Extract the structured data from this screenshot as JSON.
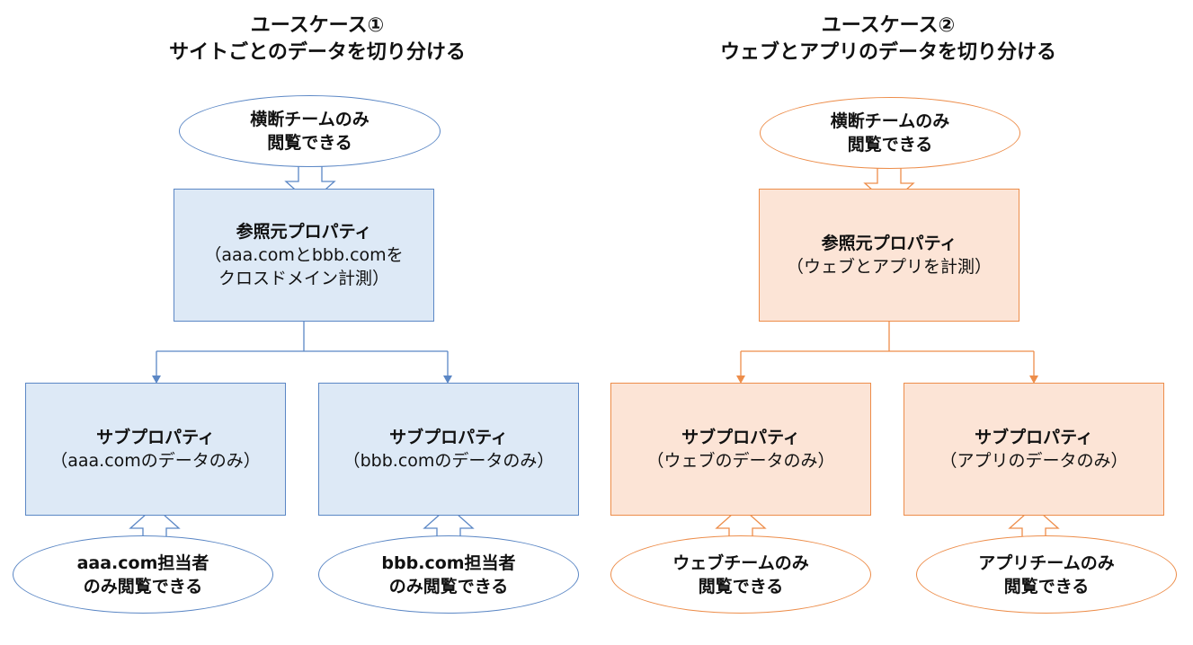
{
  "colors": {
    "blue_fill": "#dde9f6",
    "blue_line": "#5b87c5",
    "orange_fill": "#fce4d6",
    "orange_line": "#ed8d4a"
  },
  "use_case_1": {
    "title_line1": "ユースケース①",
    "title_line2": "サイトごとのデータを切り分ける",
    "top_viewer": {
      "line1": "横断チームのみ",
      "line2": "閲覧できる"
    },
    "source_property": {
      "title": "参照元プロパティ",
      "line1": "（aaa.comとbbb.comを",
      "line2": "クロスドメイン計測）"
    },
    "sub_property_left": {
      "title": "サブプロパティ",
      "desc": "（aaa.comのデータのみ）"
    },
    "sub_property_right": {
      "title": "サブプロパティ",
      "desc": "（bbb.comのデータのみ）"
    },
    "viewer_left": {
      "line1": "aaa.com担当者",
      "line2": "のみ閲覧できる"
    },
    "viewer_right": {
      "line1": "bbb.com担当者",
      "line2": "のみ閲覧できる"
    }
  },
  "use_case_2": {
    "title_line1": "ユースケース②",
    "title_line2": "ウェブとアプリのデータを切り分ける",
    "top_viewer": {
      "line1": "横断チームのみ",
      "line2": "閲覧できる"
    },
    "source_property": {
      "title": "参照元プロパティ",
      "line1": "（ウェブとアプリを計測）"
    },
    "sub_property_left": {
      "title": "サブプロパティ",
      "desc": "（ウェブのデータのみ）"
    },
    "sub_property_right": {
      "title": "サブプロパティ",
      "desc": "（アプリのデータのみ）"
    },
    "viewer_left": {
      "line1": "ウェブチームのみ",
      "line2": "閲覧できる"
    },
    "viewer_right": {
      "line1": "アプリチームのみ",
      "line2": "閲覧できる"
    }
  }
}
